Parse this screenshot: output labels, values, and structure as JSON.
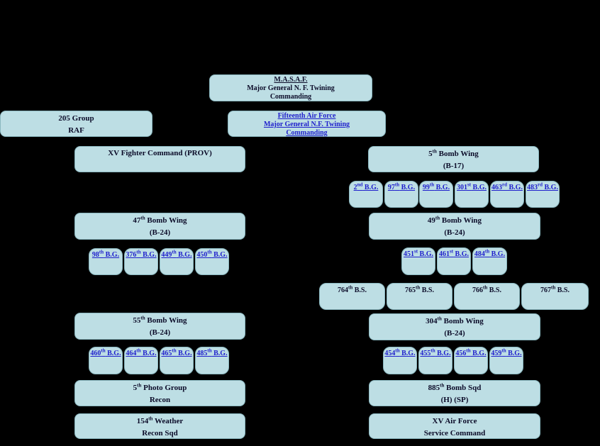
{
  "theme": {
    "background": "#000000",
    "box_fill": "#bddee4",
    "box_border": "#8ab7bf",
    "text_color": "#0b0b28",
    "link_color": "#1e1ecc"
  },
  "org": {
    "masaf": {
      "lines": [
        "M.A.S.A.F.",
        "Major General N. F. Twining",
        "Commanding"
      ]
    },
    "raf_205_group": {
      "lines": [
        "205 Group",
        "RAF"
      ]
    },
    "fifteenth_air_force": {
      "lines": [
        "Fifteenth Air Force",
        "Major General N.F. Twining",
        "Commanding"
      ]
    },
    "xv_fighter_command": {
      "label": "XV Fighter Command (PROV)"
    },
    "bomb_wing_5": {
      "lines": [
        "5th Bomb Wing",
        "(B-17)"
      ],
      "groups": [
        "2nd B.G.",
        "97th B.G.",
        "99th B.G.",
        "301st B.G.",
        "463rd B.G.",
        "483rd B.G."
      ]
    },
    "bomb_wing_47": {
      "lines": [
        "47th Bomb Wing",
        "(B-24)"
      ],
      "groups": [
        "98th B.G.",
        "376th B.G.",
        "449th B.G.",
        "450th B.G."
      ]
    },
    "bomb_wing_49": {
      "lines": [
        "49th Bomb Wing",
        "(B-24)"
      ],
      "groups": [
        "451st B.G.",
        "461st B.G.",
        "484th B.G."
      ]
    },
    "bomb_squadrons": [
      "764th B.S.",
      "765th B.S.",
      "766th B.S.",
      "767th B.S."
    ],
    "bomb_wing_55": {
      "lines": [
        "55th Bomb Wing",
        "(B-24)"
      ],
      "groups": [
        "460th B.G.",
        "464th B.G.",
        "465th B.G.",
        "485th B.G."
      ]
    },
    "bomb_wing_304": {
      "lines": [
        "304th Bomb Wing",
        "(B-24)"
      ],
      "groups": [
        "454th B.G.",
        "455th B.G.",
        "456th B.G.",
        "459th B.G."
      ]
    },
    "photo_group_5": {
      "lines": [
        "5th Photo Group",
        "Recon"
      ]
    },
    "weather_154": {
      "lines": [
        "154th Weather",
        "Recon Sqd"
      ]
    },
    "bomb_sqd_885": {
      "lines": [
        "885th Bomb Sqd",
        "(H) (SP)"
      ]
    },
    "xv_service_command": {
      "lines": [
        "XV Air Force",
        "Service Command"
      ]
    }
  }
}
